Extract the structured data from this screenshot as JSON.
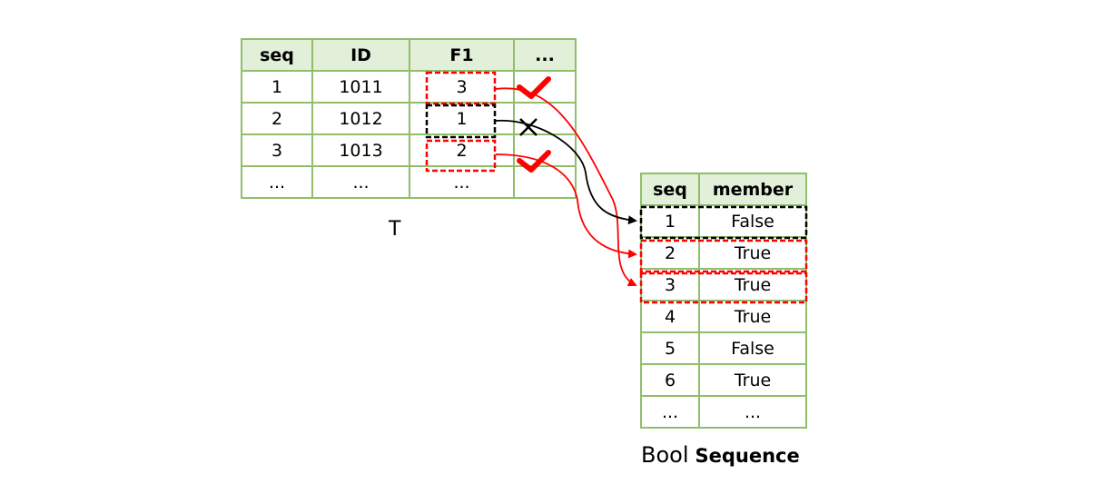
{
  "table_t": {
    "caption": "T",
    "headers": [
      "seq",
      "ID",
      "F1",
      "..."
    ],
    "rows": [
      [
        "1",
        "1011",
        "3",
        ""
      ],
      [
        "2",
        "1012",
        "1",
        ""
      ],
      [
        "3",
        "1013",
        "2",
        ""
      ],
      [
        "...",
        "...",
        "...",
        ""
      ]
    ],
    "marks": [
      {
        "row": 1,
        "symbol": "check",
        "color": "#ff0000",
        "target_seq": "3"
      },
      {
        "row": 2,
        "symbol": "cross",
        "color": "#000000",
        "target_seq": "1"
      },
      {
        "row": 3,
        "symbol": "check",
        "color": "#ff0000",
        "target_seq": "2"
      }
    ]
  },
  "bool_sequence": {
    "caption_part1": "Bool",
    "caption_part2": "Sequence",
    "headers": [
      "seq",
      "member"
    ],
    "rows": [
      [
        "1",
        "False"
      ],
      [
        "2",
        "True"
      ],
      [
        "3",
        "True"
      ],
      [
        "4",
        "True"
      ],
      [
        "5",
        "False"
      ],
      [
        "6",
        "True"
      ],
      [
        "...",
        "..."
      ]
    ]
  },
  "colors": {
    "border": "#8fbf6a",
    "header_fill": "#e2efd9",
    "match": "#ff0000",
    "nomatch": "#000000"
  }
}
